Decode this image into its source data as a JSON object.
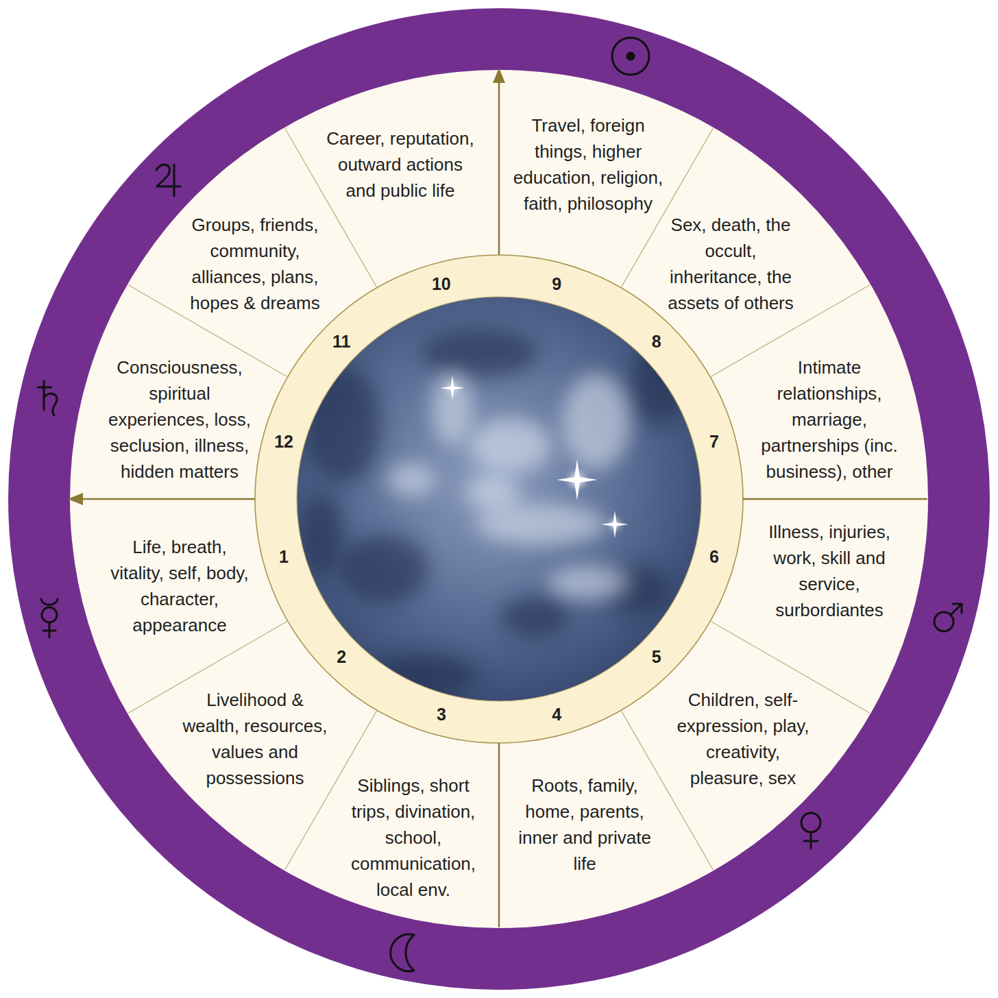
{
  "diagram": {
    "nodes": [
      {
        "text": [
          "1",
          "Life, breath, vitality, self, body, character, appearance"
        ]
      },
      {
        "text": [
          "2",
          "Livelihood & wealth, resources, values and possessions"
        ]
      },
      {
        "text": [
          "3",
          "Siblings, short trips, divination, school, communication, local env."
        ]
      },
      {
        "text": [
          "4",
          "Roots, family, home, parents, inner and private life"
        ]
      },
      {
        "text": [
          "5",
          "Children, self-expression, play, creativity, pleasure, sex"
        ]
      },
      {
        "text": [
          "6",
          "Illness, injuries, work, skill and service, surbordiantes"
        ]
      },
      {
        "text": [
          "7",
          "Intimate relationships, marriage, partnerships (inc. business), other"
        ]
      },
      {
        "text": [
          "8",
          "Sex, death, the occult, inheritance, the assets of others"
        ]
      },
      {
        "text": [
          "9",
          "Travel, foreign things, higher education, religion, faith, philosophy"
        ]
      },
      {
        "text": [
          "10",
          "Career, reputation, outward actions and public life"
        ]
      },
      {
        "text": [
          "11",
          "Groups, friends, community, alliances, plans, hopes & dreams"
        ]
      },
      {
        "text": [
          "12",
          "Consciousness, spiritual experiences, loss, seclusion, illness, hidden matters"
        ]
      }
    ]
  }
}
